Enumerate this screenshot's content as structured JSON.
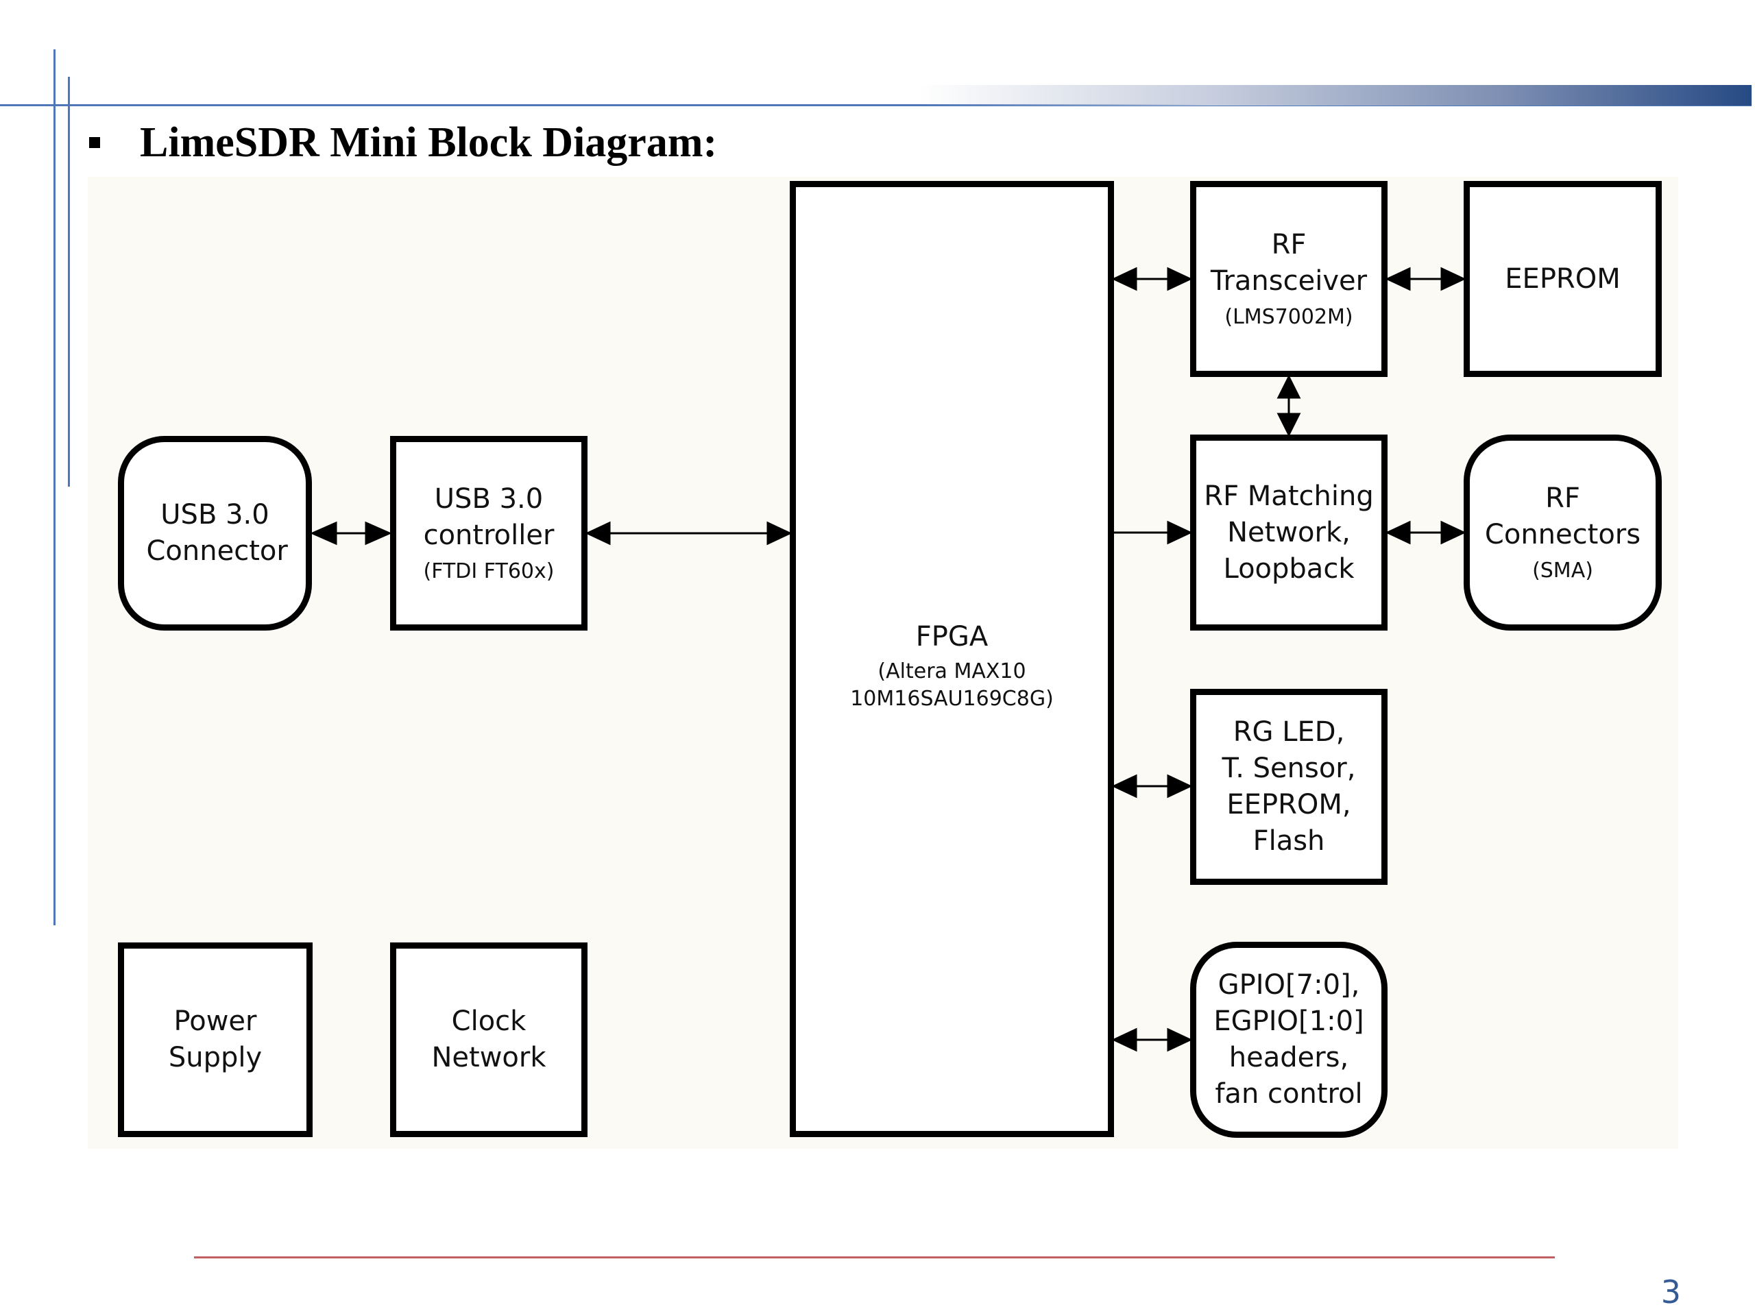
{
  "slide": {
    "heading": "LimeSDR Mini Block Diagram:",
    "page_number": "3"
  },
  "diagram": {
    "blocks": {
      "usb_connector": {
        "label": "USB 3.0 Connector"
      },
      "usb_controller": {
        "label": "USB 3.0 controller",
        "sub": "(FTDI FT60x)"
      },
      "fpga": {
        "label": "FPGA",
        "sub_line1": "(Altera MAX10",
        "sub_line2": "10M16SAU169C8G)"
      },
      "rf_transceiver": {
        "line1": "RF",
        "line2": "Transceiver",
        "sub": "(LMS7002M)"
      },
      "eeprom": {
        "label": "EEPROM"
      },
      "rf_matching": {
        "line1": "RF Matching",
        "line2": "Network,",
        "line3": "Loopback"
      },
      "rf_connectors": {
        "line1": "RF",
        "line2": "Connectors",
        "sub": "(SMA)"
      },
      "peripherals": {
        "line1": "RG LED,",
        "line2": "T. Sensor,",
        "line3": "EEPROM,",
        "line4": "Flash"
      },
      "gpio": {
        "line1": "GPIO[7:0],",
        "line2": "EGPIO[1:0]",
        "line3": "headers,",
        "line4": "fan control"
      },
      "power_supply": {
        "line1": "Power",
        "line2": "Supply"
      },
      "clock_network": {
        "line1": "Clock",
        "line2": "Network"
      }
    },
    "connections": [
      {
        "from": "usb_connector",
        "to": "usb_controller",
        "direction": "bidirectional"
      },
      {
        "from": "usb_controller",
        "to": "fpga",
        "direction": "bidirectional"
      },
      {
        "from": "fpga",
        "to": "rf_transceiver",
        "direction": "bidirectional"
      },
      {
        "from": "rf_transceiver",
        "to": "eeprom",
        "direction": "bidirectional"
      },
      {
        "from": "rf_transceiver",
        "to": "rf_matching",
        "direction": "bidirectional"
      },
      {
        "from": "fpga",
        "to": "rf_matching",
        "direction": "to"
      },
      {
        "from": "rf_matching",
        "to": "rf_connectors",
        "direction": "bidirectional"
      },
      {
        "from": "fpga",
        "to": "peripherals",
        "direction": "bidirectional"
      },
      {
        "from": "fpga",
        "to": "gpio",
        "direction": "bidirectional"
      }
    ]
  }
}
